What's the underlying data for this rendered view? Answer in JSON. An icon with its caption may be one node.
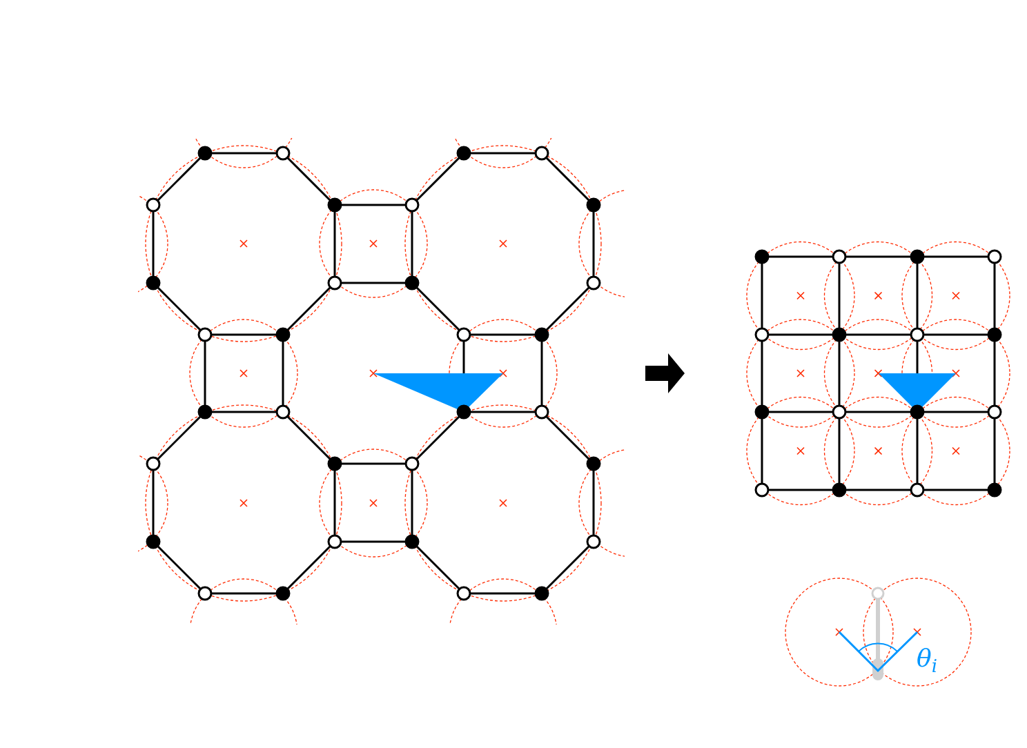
{
  "diagram": {
    "nodes": [
      {
        "text": [],
        "shape": "picture"
      },
      {
        "text": [],
        "shape": "picture"
      }
    ],
    "edges": [
      {
        "from": 0,
        "to": 1,
        "arrow": "to"
      }
    ],
    "labels": [
      "θ$_{i}$"
    ]
  }
}
